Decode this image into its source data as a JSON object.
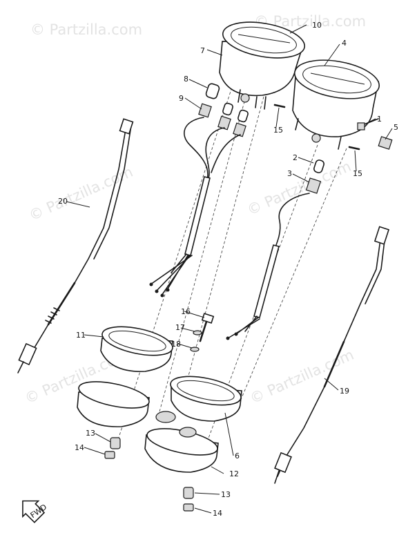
{
  "watermark": "© Partzilla.com",
  "front_marker": "FWD",
  "callouts": {
    "c1": "1",
    "c2": "2",
    "c3": "3",
    "c4": "4",
    "c5": "5",
    "c6": "6",
    "c7": "7",
    "c8": "8",
    "c9": "9",
    "c10": "10",
    "c11": "11",
    "c12": "12",
    "c13a": "13",
    "c13b": "13",
    "c14a": "14",
    "c14b": "14",
    "c15a": "15",
    "c15b": "15",
    "c16": "16",
    "c17": "17",
    "c18": "18",
    "c19": "19",
    "c20": "20"
  }
}
